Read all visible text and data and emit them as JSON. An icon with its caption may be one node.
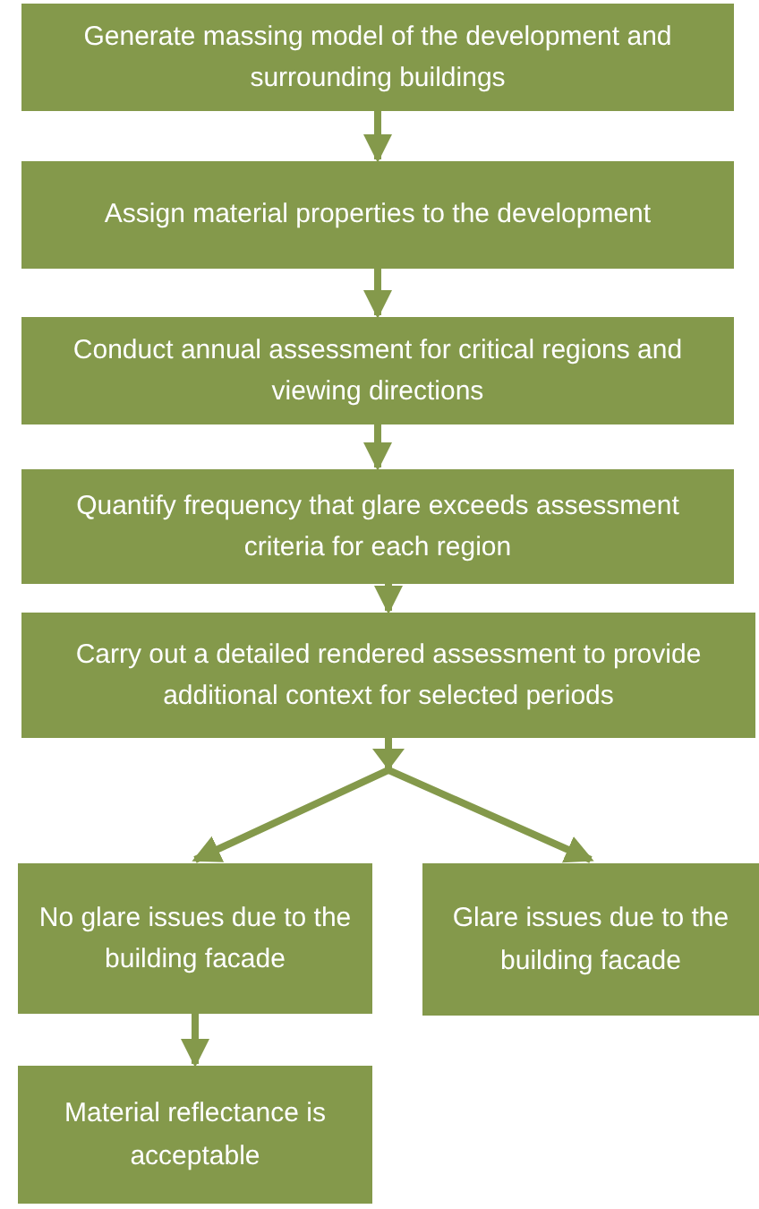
{
  "diagram": {
    "nodes": [
      {
        "text": [
          "Generate massing model of the development and surrounding buildings"
        ]
      },
      {
        "text": [
          "Assign material properties to the development"
        ]
      },
      {
        "text": [
          "Conduct annual assessment for critical regions and viewing directions"
        ]
      },
      {
        "text": [
          "Quantify frequency that glare exceeds assessment criteria for each region"
        ]
      },
      {
        "text": [
          "Carry out a detailed rendered assessment to provide additional context for selected periods"
        ]
      },
      {
        "text": [
          "No glare issues due to the building facade"
        ]
      },
      {
        "text": [
          "Glare issues due to the building facade"
        ]
      },
      {
        "text": [
          "Material reflectance is acceptable"
        ]
      }
    ],
    "edges": [
      {
        "from": 0,
        "to": 1,
        "arrow": "to"
      },
      {
        "from": 1,
        "to": 2,
        "arrow": "to"
      },
      {
        "from": 2,
        "to": 3,
        "arrow": "to"
      },
      {
        "from": 3,
        "to": 4,
        "arrow": "to"
      },
      {
        "from": 4,
        "to": 5,
        "arrow": "to"
      },
      {
        "from": 4,
        "to": 6,
        "arrow": "to"
      },
      {
        "from": 5,
        "to": 7,
        "arrow": "to"
      }
    ]
  }
}
